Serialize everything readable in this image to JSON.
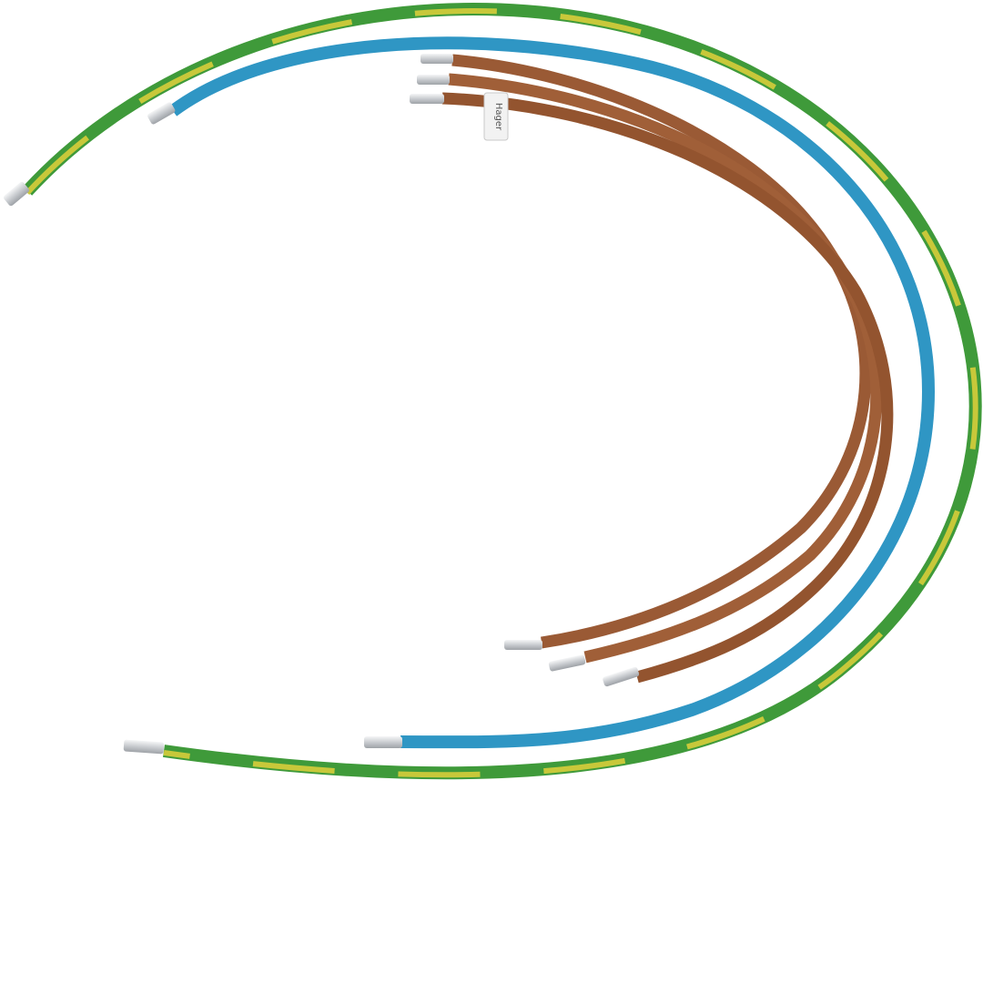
{
  "image": {
    "background": "#ffffff",
    "cable_label_text": "Hager",
    "colors": {
      "earth_green": "#3f9a3a",
      "earth_yellow": "#c8c83a",
      "neutral_blue": "#2f96c4",
      "phase_brown": "#9a5a35",
      "ferrule_silver": "#d7d9dc",
      "label_white": "#f2f2f2"
    },
    "wires": [
      {
        "name": "earth-wire",
        "color_role": "green-yellow"
      },
      {
        "name": "neutral-wire",
        "color_role": "blue"
      },
      {
        "name": "phase-wire",
        "color_role": "brown"
      },
      {
        "name": "phase-wire",
        "color_role": "brown"
      },
      {
        "name": "phase-wire",
        "color_role": "brown"
      }
    ]
  }
}
